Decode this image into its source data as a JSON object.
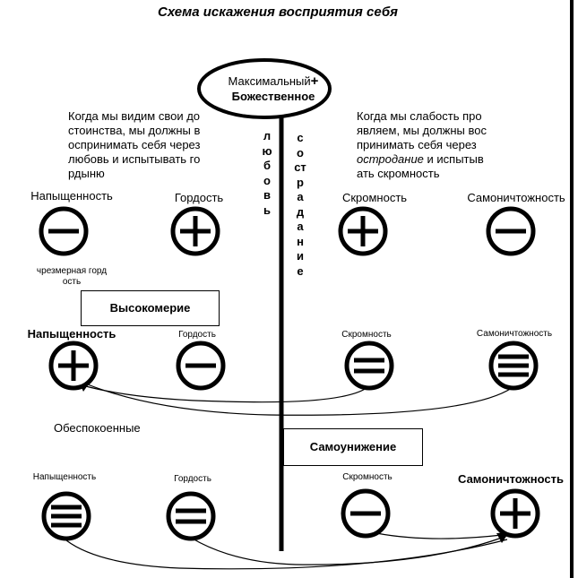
{
  "title": "Схема искажения восприятия себя",
  "top": {
    "line1": "Максимальный",
    "plus": "+",
    "line2": "Божественное"
  },
  "left_text": [
    "Когда мы видим свои до",
    "стоинства, мы должны в",
    "оспринимать себя через",
    "любовь и испытывать го",
    "рдыню"
  ],
  "right_text": {
    "l1": "Когда мы слабость про",
    "l2": "являем, мы должны вос",
    "l3": "принимать себя через",
    "l4_italic": "остродание",
    "l4_rest": " и испытыв",
    "l5": "ать скромность"
  },
  "vertical_left": "любовь",
  "vertical_right": "сострадание",
  "row1": {
    "n1": "Напыщенность",
    "n2": "Гордость",
    "n3": "Скромность",
    "n4": "Самоничтожность",
    "note": [
      "чрезмерная горд",
      "ость"
    ]
  },
  "box1": "Высокомерие",
  "row2": {
    "n1": "Напыщенность",
    "n2": "Гордость",
    "n3": "Скромность",
    "n4": "Самоничтожность"
  },
  "obes": "Обеспокоенные",
  "box2": "Самоунижение",
  "row3": {
    "n1": "Напыщенность",
    "n2": "Гордость",
    "n3": "Скромность",
    "n4": "Самоничтожность"
  },
  "colors": {
    "ink": "#000000",
    "background": "#ffffff"
  }
}
